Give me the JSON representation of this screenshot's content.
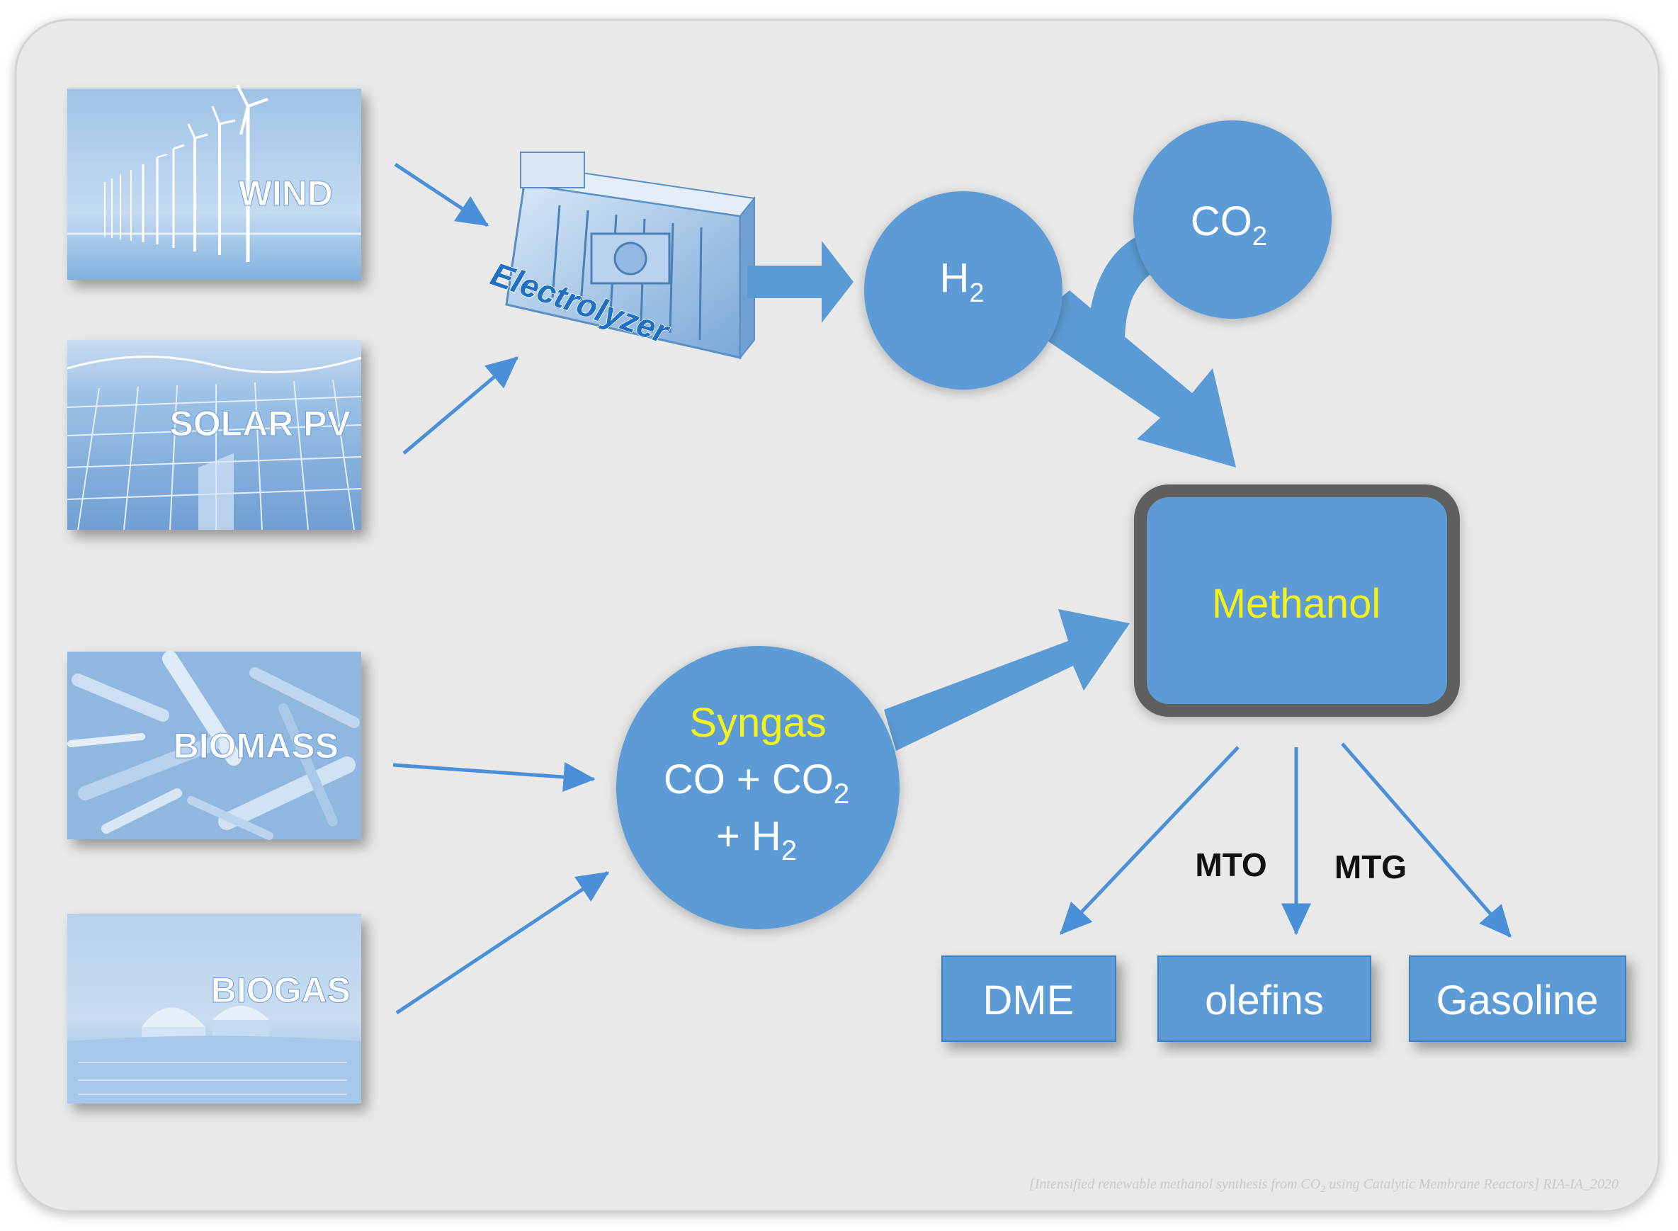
{
  "sources": {
    "wind": "WIND",
    "solar": "SOLAR PV",
    "biomass": "BIOMASS",
    "biogas": "BIOGAS"
  },
  "electrolyzer": {
    "label": "Electrolyzer"
  },
  "h2": {
    "main": "H",
    "sub": "2"
  },
  "co2": {
    "main": "CO",
    "sub": "2"
  },
  "methanol": {
    "label": "Methanol"
  },
  "syngas": {
    "title": "Syngas",
    "line1_main": "CO + CO",
    "line1_sub": "2",
    "line2_main": "+ H",
    "line2_sub": "2"
  },
  "routes": {
    "mto": "MTO",
    "mtg": "MTG"
  },
  "products": {
    "dme": "DME",
    "olefins": "olefins",
    "gasoline": "Gasoline"
  },
  "citation": {
    "part1": "[Intensified renewable methanol synthesis from CO",
    "sub": "2",
    "part2": " using Catalytic Membrane Reactors]  RIA-IA_2020"
  },
  "colors": {
    "node_fill": "#5b9bd5",
    "arrow": "#4a90d9",
    "panel": "#e9e9e9",
    "methanol_border": "#5f5f5f",
    "highlight": "#f4f21a"
  },
  "icons": {
    "wind": "wind-turbine-icon",
    "solar": "solar-panel-icon",
    "biomass": "wood-chips-icon",
    "biogas": "biogas-digester-icon",
    "electrolyzer": "electrolyzer-container-icon"
  }
}
